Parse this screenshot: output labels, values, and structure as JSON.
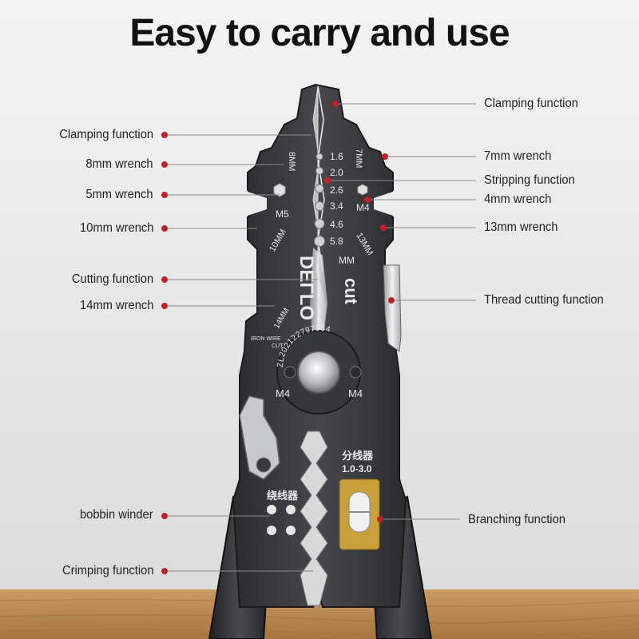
{
  "headline": "Easy to carry and use",
  "colors": {
    "dot": "#c0202a",
    "line": "#888888",
    "tool_body": "#3a3b3f",
    "wood": "#b8874f",
    "brass": "#c9a13b"
  },
  "callouts": {
    "left": [
      {
        "label": "Clamping function"
      },
      {
        "label": "8mm wrench"
      },
      {
        "label": "5mm wrench"
      },
      {
        "label": "10mm wrench"
      },
      {
        "label": "Cutting function"
      },
      {
        "label": "14mm wrench"
      },
      {
        "label": "bobbin winder"
      },
      {
        "label": "Crimping function"
      }
    ],
    "right": [
      {
        "label": "Clamping function"
      },
      {
        "label": "7mm wrench"
      },
      {
        "label": "Stripping function"
      },
      {
        "label": "4mm wrench"
      },
      {
        "label": "13mm wrench"
      },
      {
        "label": "Thread cutting function"
      },
      {
        "label": "Branching function"
      }
    ]
  },
  "tool_markings": {
    "strip_sizes": [
      "1.6",
      "2.0",
      "2.6",
      "3.4",
      "4.6",
      "5.8"
    ],
    "unit": "MM",
    "wrench_8": "8MM",
    "wrench_7": "7MM",
    "wrench_10": "10MM",
    "wrench_13": "13MM",
    "wrench_14": "14MM",
    "m5": "M5",
    "m4_top": "M4",
    "m4_left": "M4",
    "m4_right": "M4",
    "brand": "DEΓLO",
    "cut": "cut",
    "iron_wire_1": "IRON WIRE",
    "iron_wire_2": "CUT",
    "serial": "ZL202122797964",
    "branch_cn": "分线器",
    "branch_range": "1.0-3.0",
    "winder_cn": "绕线器"
  }
}
